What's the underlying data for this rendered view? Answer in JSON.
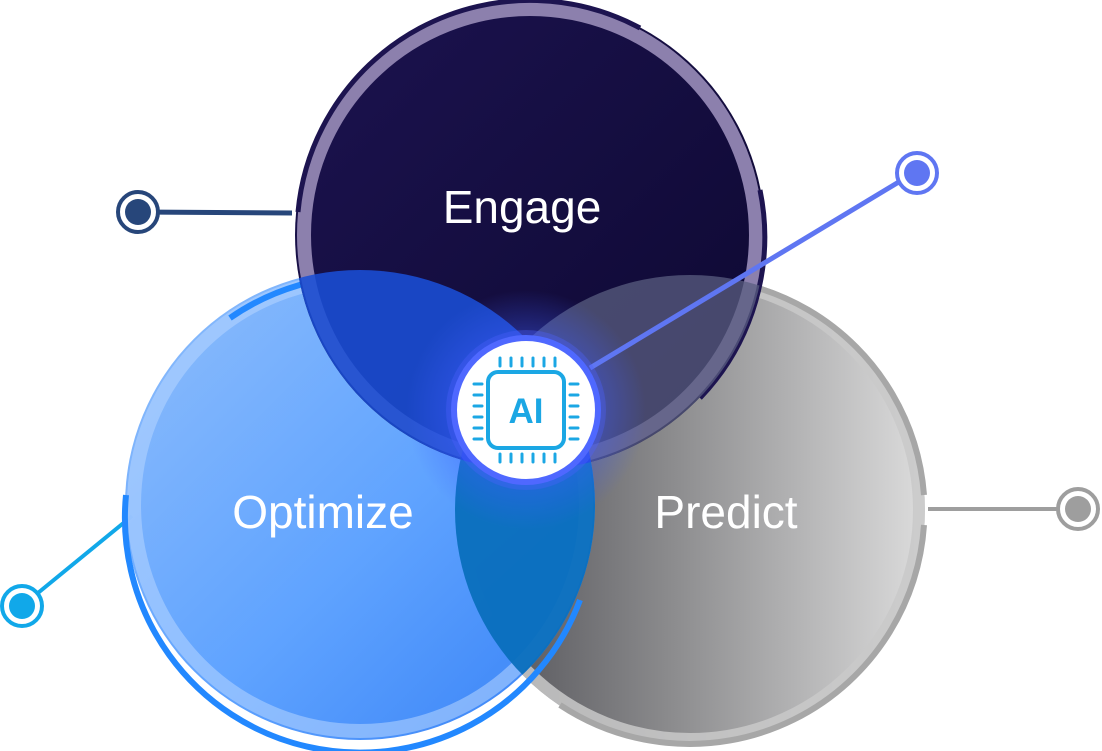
{
  "diagram": {
    "center_badge": {
      "label": "AI",
      "icon": "chip-icon"
    },
    "circles": [
      {
        "id": "engage",
        "label": "Engage"
      },
      {
        "id": "optimize",
        "label": "Optimize"
      },
      {
        "id": "predict",
        "label": "Predict"
      }
    ],
    "colors": {
      "engage": "#130c3e",
      "engage_ring": "#8c80ad",
      "optimize": "#4d9aff",
      "optimize_ring": "#2288ff",
      "predict": "#a6a6a6",
      "predict_ring": "#a7a7a7",
      "ai_accent": "#1ba7e4",
      "connector_engage": "#27467a",
      "connector_optimize": "#11a8e9",
      "connector_predict": "#9e9e9e",
      "connector_ai": "#5f76f2"
    }
  }
}
